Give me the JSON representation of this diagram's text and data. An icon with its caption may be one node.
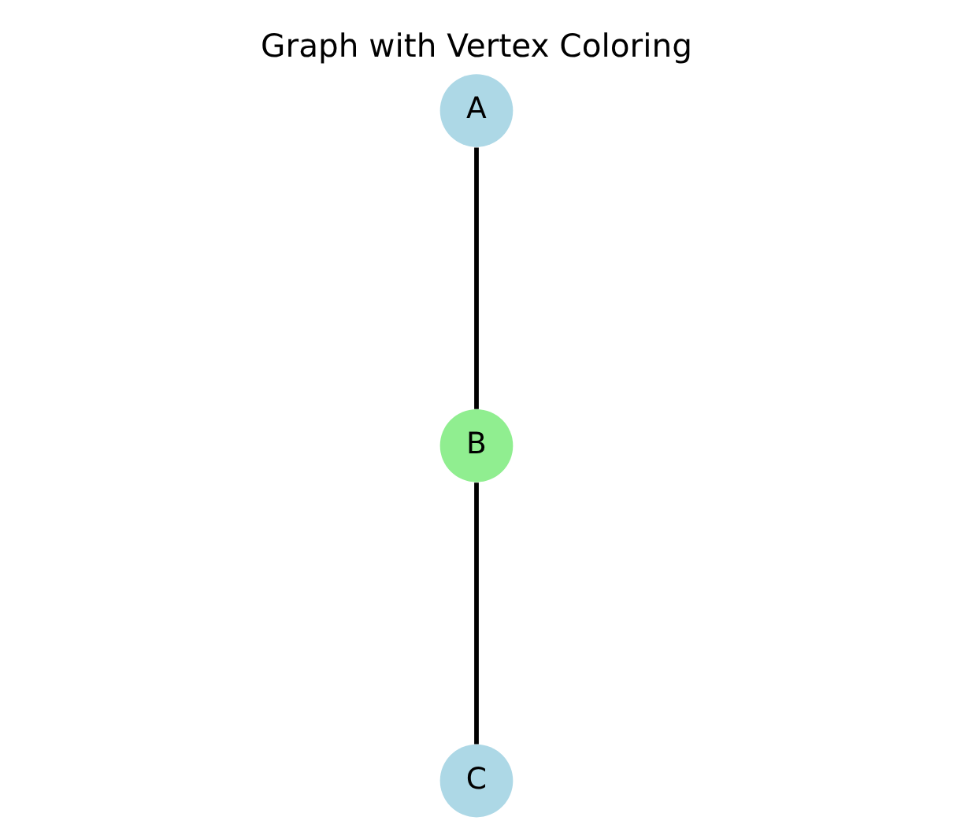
{
  "diagram": {
    "title": "Graph with Vertex Coloring",
    "nodes": [
      {
        "text": [
          "A"
        ]
      },
      {
        "text": [
          "B"
        ]
      },
      {
        "text": [
          "C"
        ]
      }
    ],
    "edges": [
      {
        "from": 0,
        "to": 1,
        "arrow": "none"
      },
      {
        "from": 1,
        "to": 2,
        "arrow": "none"
      }
    ]
  }
}
